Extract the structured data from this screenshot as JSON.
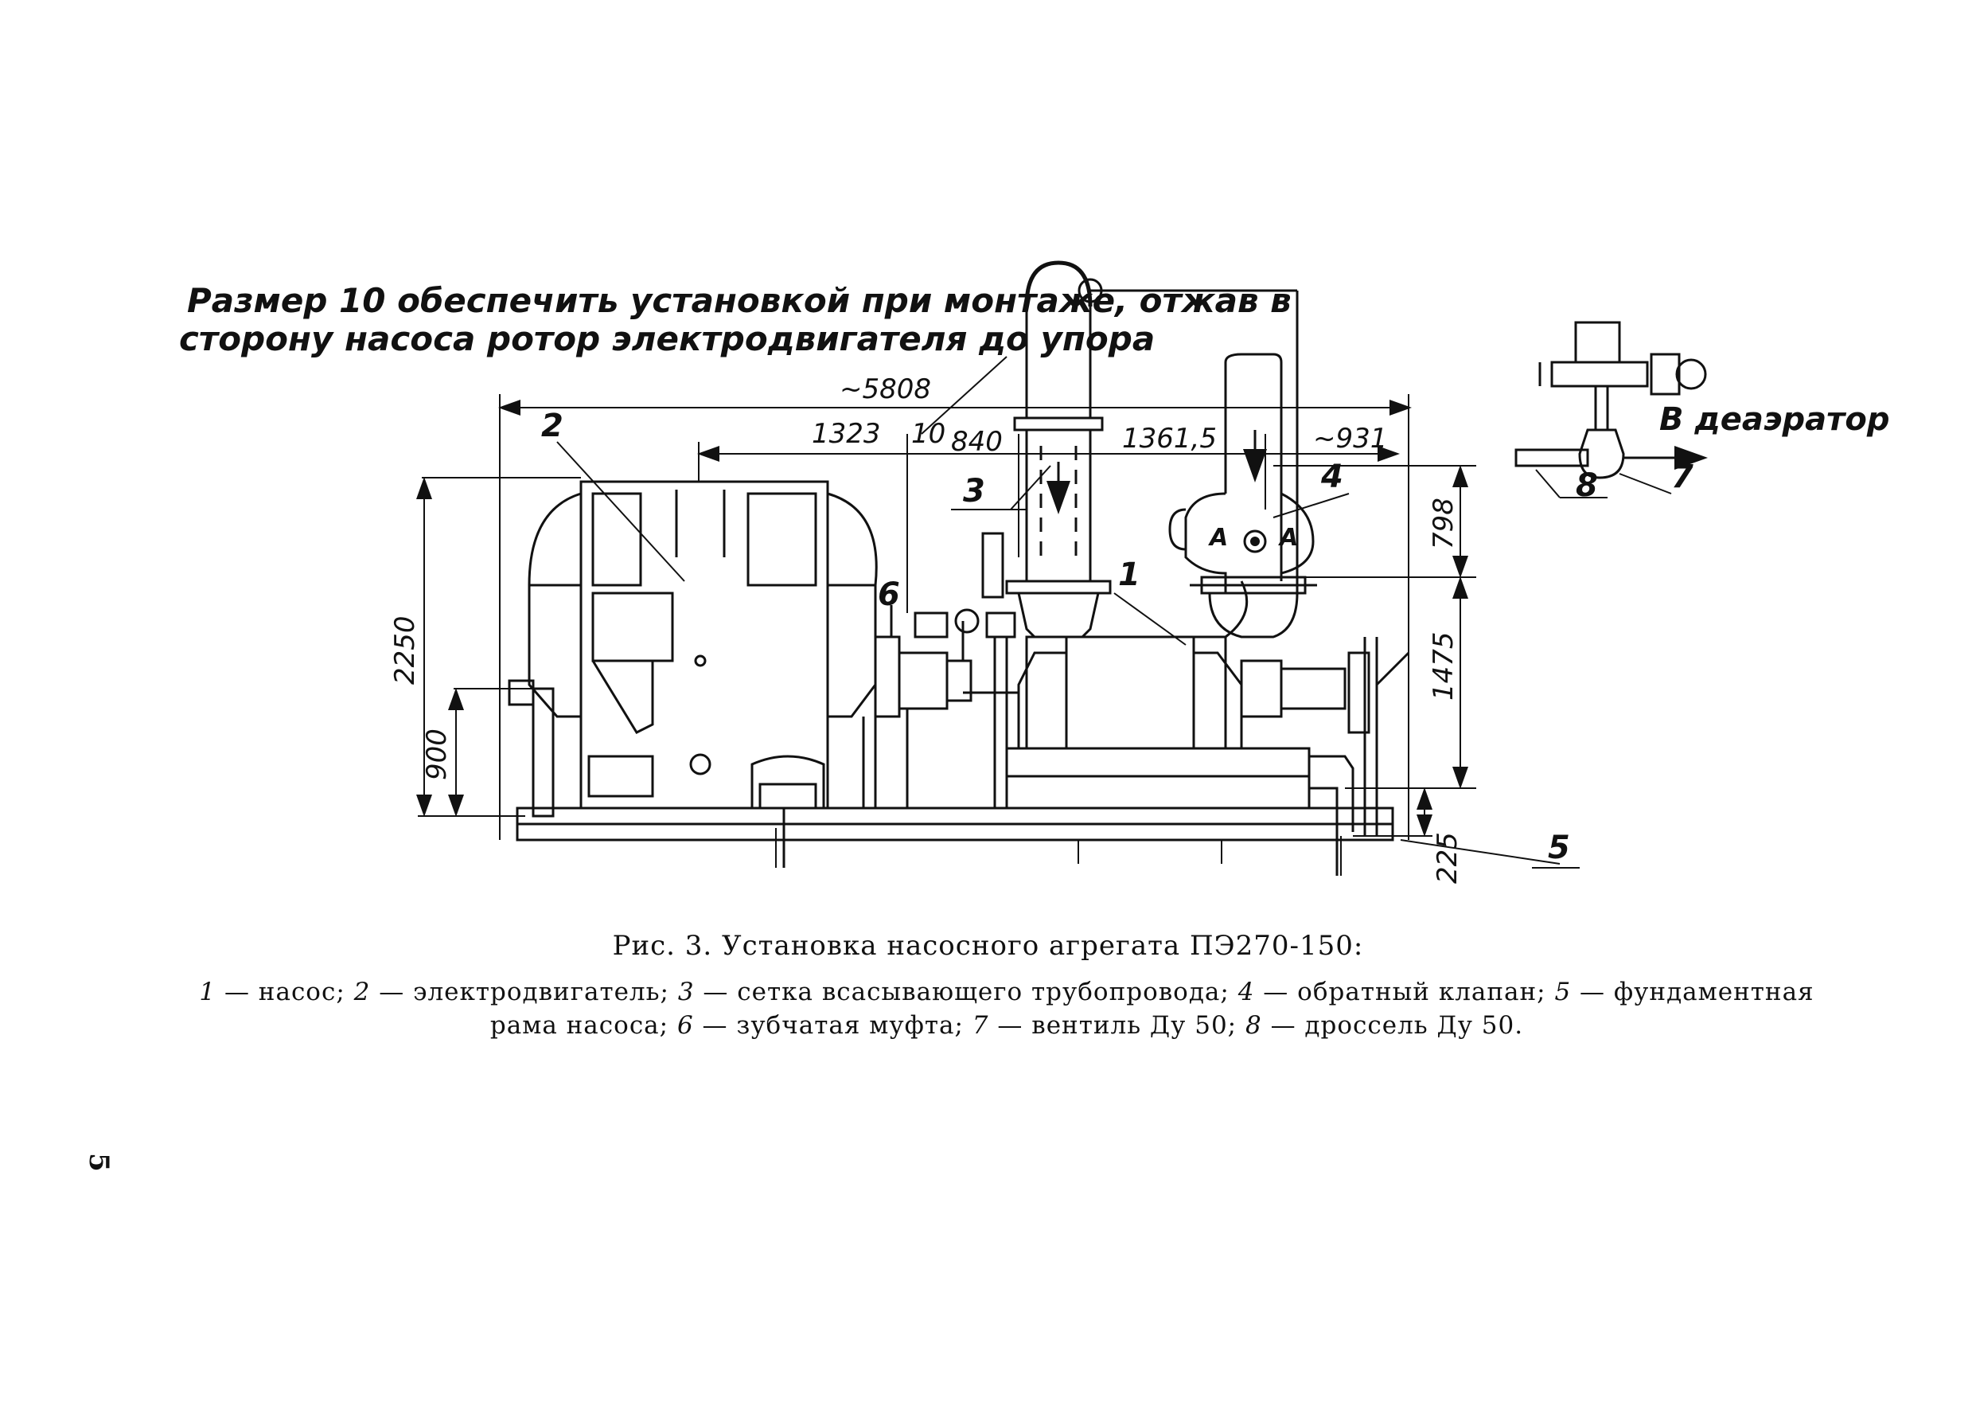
{
  "note": {
    "line1": "Размер 10 обеспечить установкой при монтаже, отжав в",
    "line2": "сторону насоса ротор электродвигателя до упора"
  },
  "dimensions": {
    "overall_length": "~5808",
    "d1323": "1323",
    "d10": "10",
    "d840": "840",
    "d1361": "1361,5",
    "d931": "~931",
    "d798": "798",
    "d1475": "1475",
    "d2250": "2250",
    "d900": "900",
    "d225": "225"
  },
  "callouts": [
    "1",
    "2",
    "3",
    "4",
    "5",
    "6",
    "7",
    "8"
  ],
  "section_marks": [
    "А",
    "А"
  ],
  "detail": {
    "to_deaerator": "В деаэратор"
  },
  "caption": {
    "title": "Рис. 3. Установка насосного агрегата ПЭ270-150:",
    "items": [
      {
        "n": "1",
        "text": " — насос; "
      },
      {
        "n": "2",
        "text": " — электродвигатель; "
      },
      {
        "n": "3",
        "text": " — сетка всасывающего трубопровода; "
      },
      {
        "n": "4",
        "text": " — обратный клапан; "
      },
      {
        "n": "5",
        "text": " — фундаментная рама насоса; "
      },
      {
        "n": "6",
        "text": " — зубчатая муфта; "
      },
      {
        "n": "7",
        "text": " — вентиль Ду 50; "
      },
      {
        "n": "8",
        "text": " — дроссель Ду 50."
      }
    ]
  },
  "page_number": "5"
}
